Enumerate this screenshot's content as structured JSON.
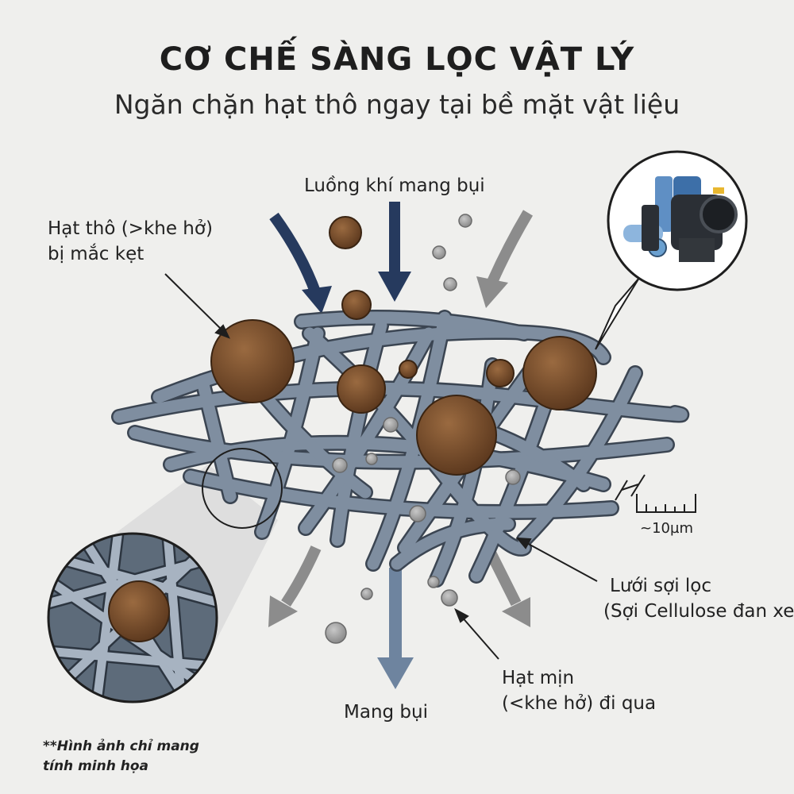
{
  "title": "CƠ CHẾ SÀNG LỌC VẬT LÝ",
  "subtitle": "Ngăn chặn hạt thô ngay tại bề mặt vật liệu",
  "labels": {
    "airflow": "Luồng khí mang bụi",
    "coarse_line1": "Hạt thô (>khe hở)",
    "coarse_line2": "bị mắc kẹt",
    "mesh_line1": "Lưới sợi lọc",
    "mesh_line2": "(Sợi Cellulose đan xen)",
    "fine_line1": "Hạt mịn",
    "fine_line2": "(<khe hở) đi qua",
    "outflow": "Mang bụi",
    "scale": "~10µm"
  },
  "note": {
    "line1": "**Hình ảnh chỉ mang",
    "line2": "tính minh họa"
  },
  "colors": {
    "background": "#efefed",
    "fiber": "#7f8ea0",
    "fiber_outline": "#3b4552",
    "coarse_particle": "#7a4e2c",
    "fine_particle": "#a9a9a9",
    "arrow_navy": "#263a5e",
    "arrow_steel": "#6e849f",
    "arrow_gray": "#8c8c8c"
  },
  "icons": {
    "inset_product": "air-filter-product-icon",
    "zoom_inset": "magnified-fiber-icon"
  }
}
